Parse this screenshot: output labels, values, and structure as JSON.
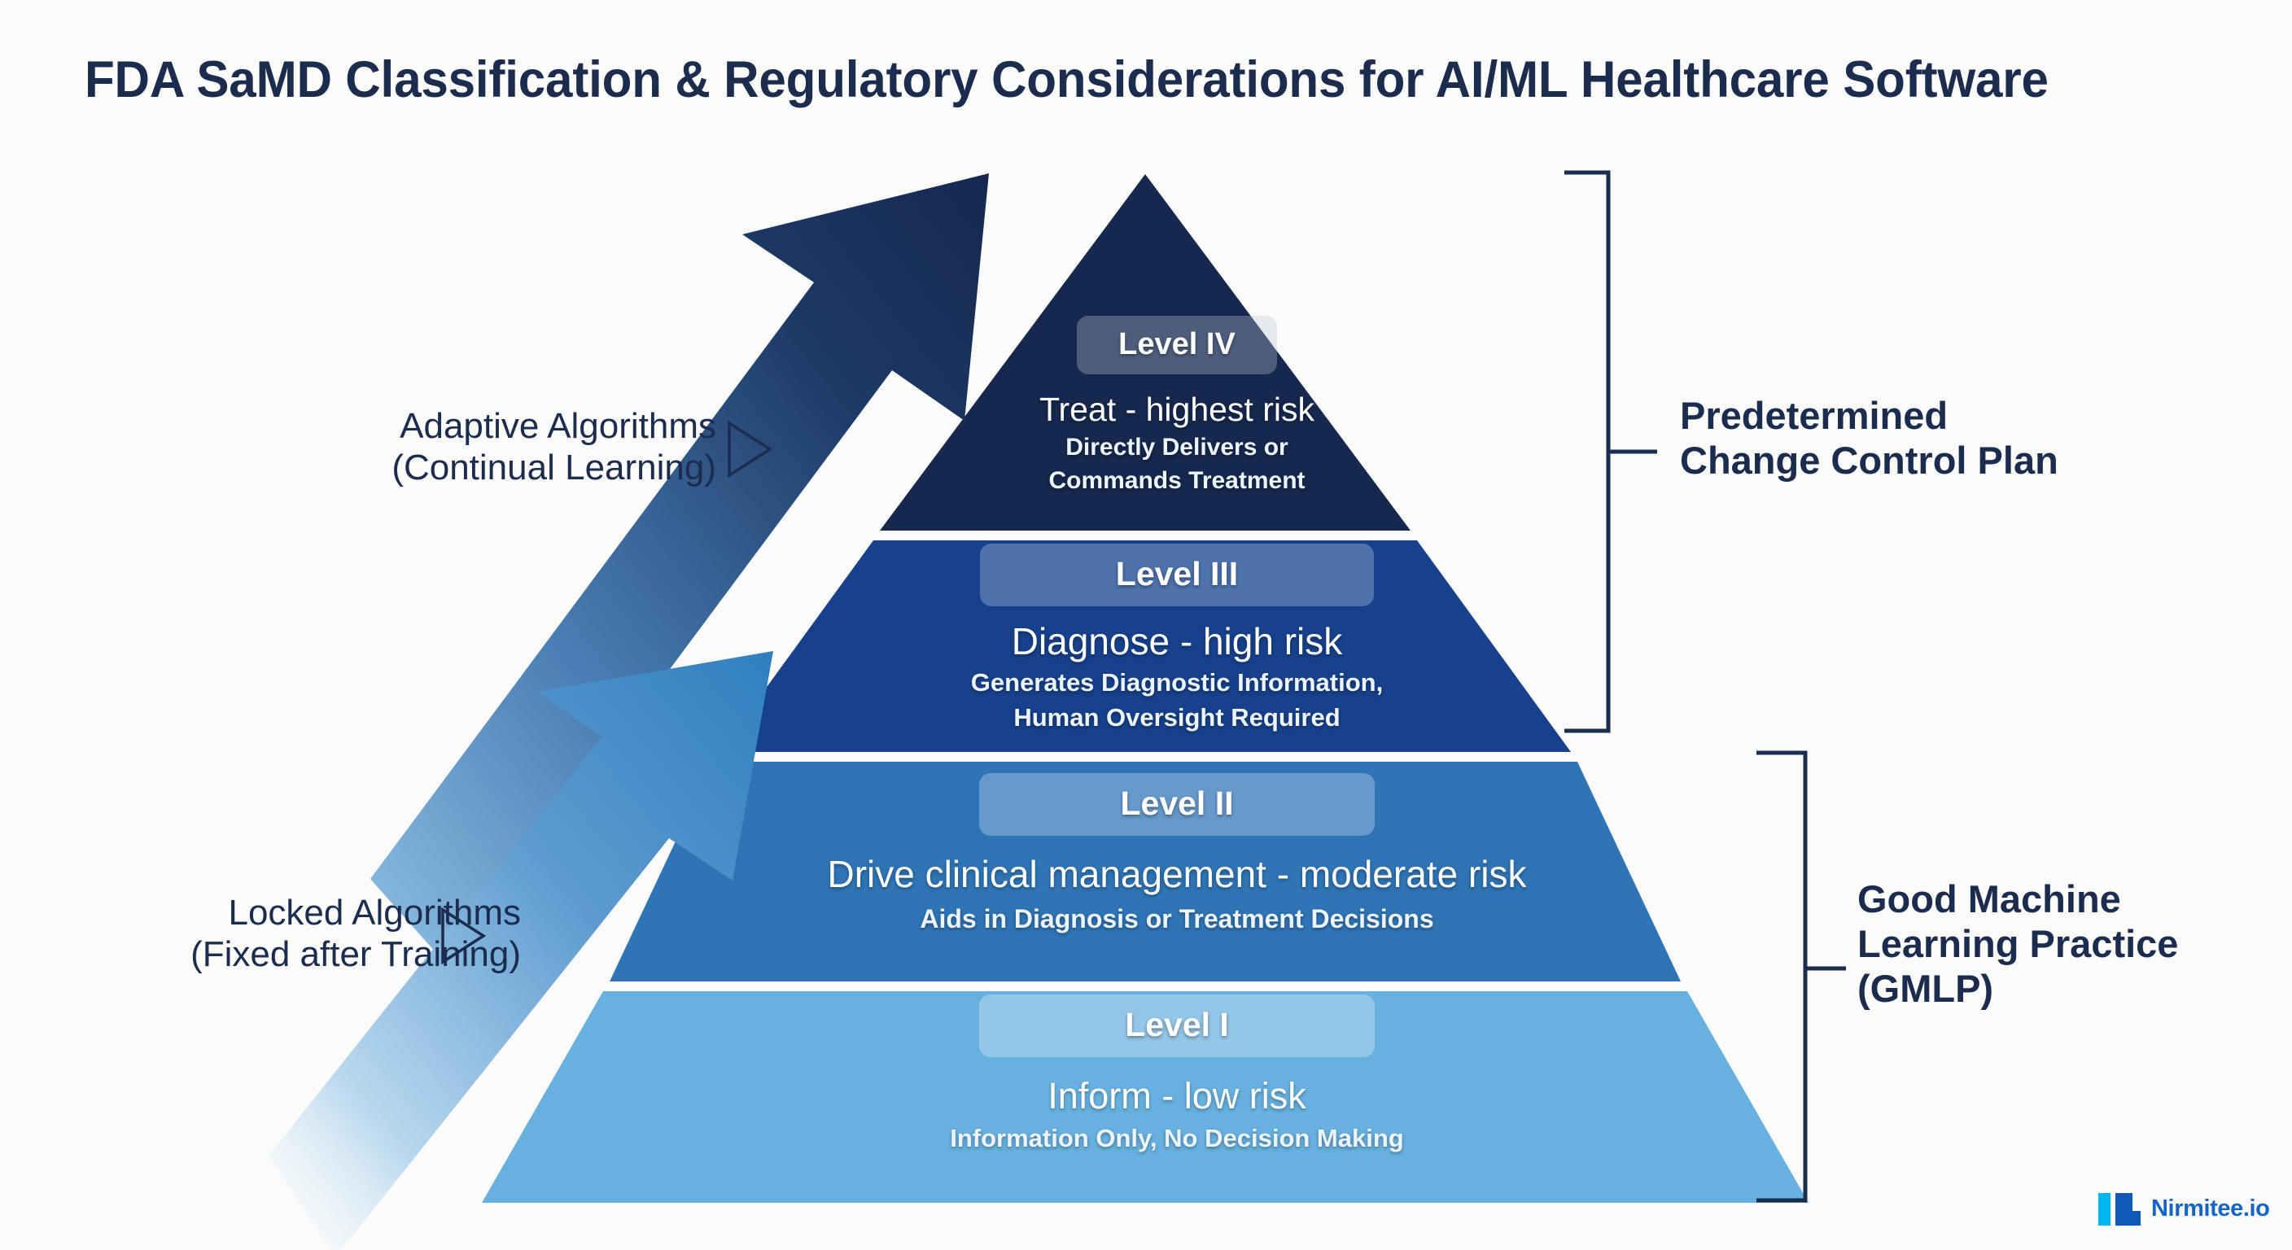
{
  "page": {
    "title": "FDA SaMD Classification & Regulatory Considerations for AI/ML Healthcare Software",
    "background_color": "#fbfbfa",
    "title_color": "#1b2c4f"
  },
  "pyramid": {
    "tiers": [
      {
        "badge": "Level IV",
        "headline": "Treat - highest risk",
        "sub_line_1": "Directly Delivers or",
        "sub_line_2": "Commands Treatment",
        "fill_color": "#16284e",
        "risk": "highest"
      },
      {
        "badge": "Level III",
        "headline": "Diagnose - high risk",
        "sub_line_1": "Generates Diagnostic Information,",
        "sub_line_2": "Human Oversight Required",
        "fill_color": "#17418c",
        "risk": "high"
      },
      {
        "badge": "Level II",
        "headline": "Drive clinical management - moderate risk",
        "sub_line_1": "Aids in Diagnosis or Treatment Decisions",
        "sub_line_2": "",
        "fill_color": "#2f74b5",
        "risk": "moderate"
      },
      {
        "badge": "Level I",
        "headline": "Inform - low risk",
        "sub_line_1": "Information Only, No Decision Making",
        "sub_line_2": "",
        "fill_color": "#67b1e0",
        "risk": "low"
      }
    ]
  },
  "left_annotations": [
    {
      "line_1": "Adaptive Algorithms",
      "line_2": "(Continual Learning)",
      "marker_icon": "triangle-right-outline-icon",
      "arrow_icon": "arrow-up-right-dark-icon"
    },
    {
      "line_1": "Locked Algorithms",
      "line_2": "(Fixed after Training)",
      "marker_icon": "triangle-right-outline-icon",
      "arrow_icon": "arrow-up-right-blue-icon"
    }
  ],
  "right_annotations": [
    {
      "line_1": "Predetermined",
      "line_2": "Change Control Plan",
      "line_3": "",
      "bracket_icon": "bracket-left-icon",
      "covers": [
        "Level IV",
        "Level III"
      ]
    },
    {
      "line_1": "Good Machine",
      "line_2": "Learning Practice",
      "line_3": "(GMLP)",
      "bracket_icon": "bracket-left-icon",
      "covers": [
        "Level II",
        "Level I"
      ]
    }
  ],
  "logo": {
    "text": "Nirmitee.io",
    "mark_icon": "nirmitee-mark-icon",
    "mark_color_light": "#00b8f1",
    "mark_color_dark": "#1059b8",
    "text_color": "#1565c9"
  }
}
